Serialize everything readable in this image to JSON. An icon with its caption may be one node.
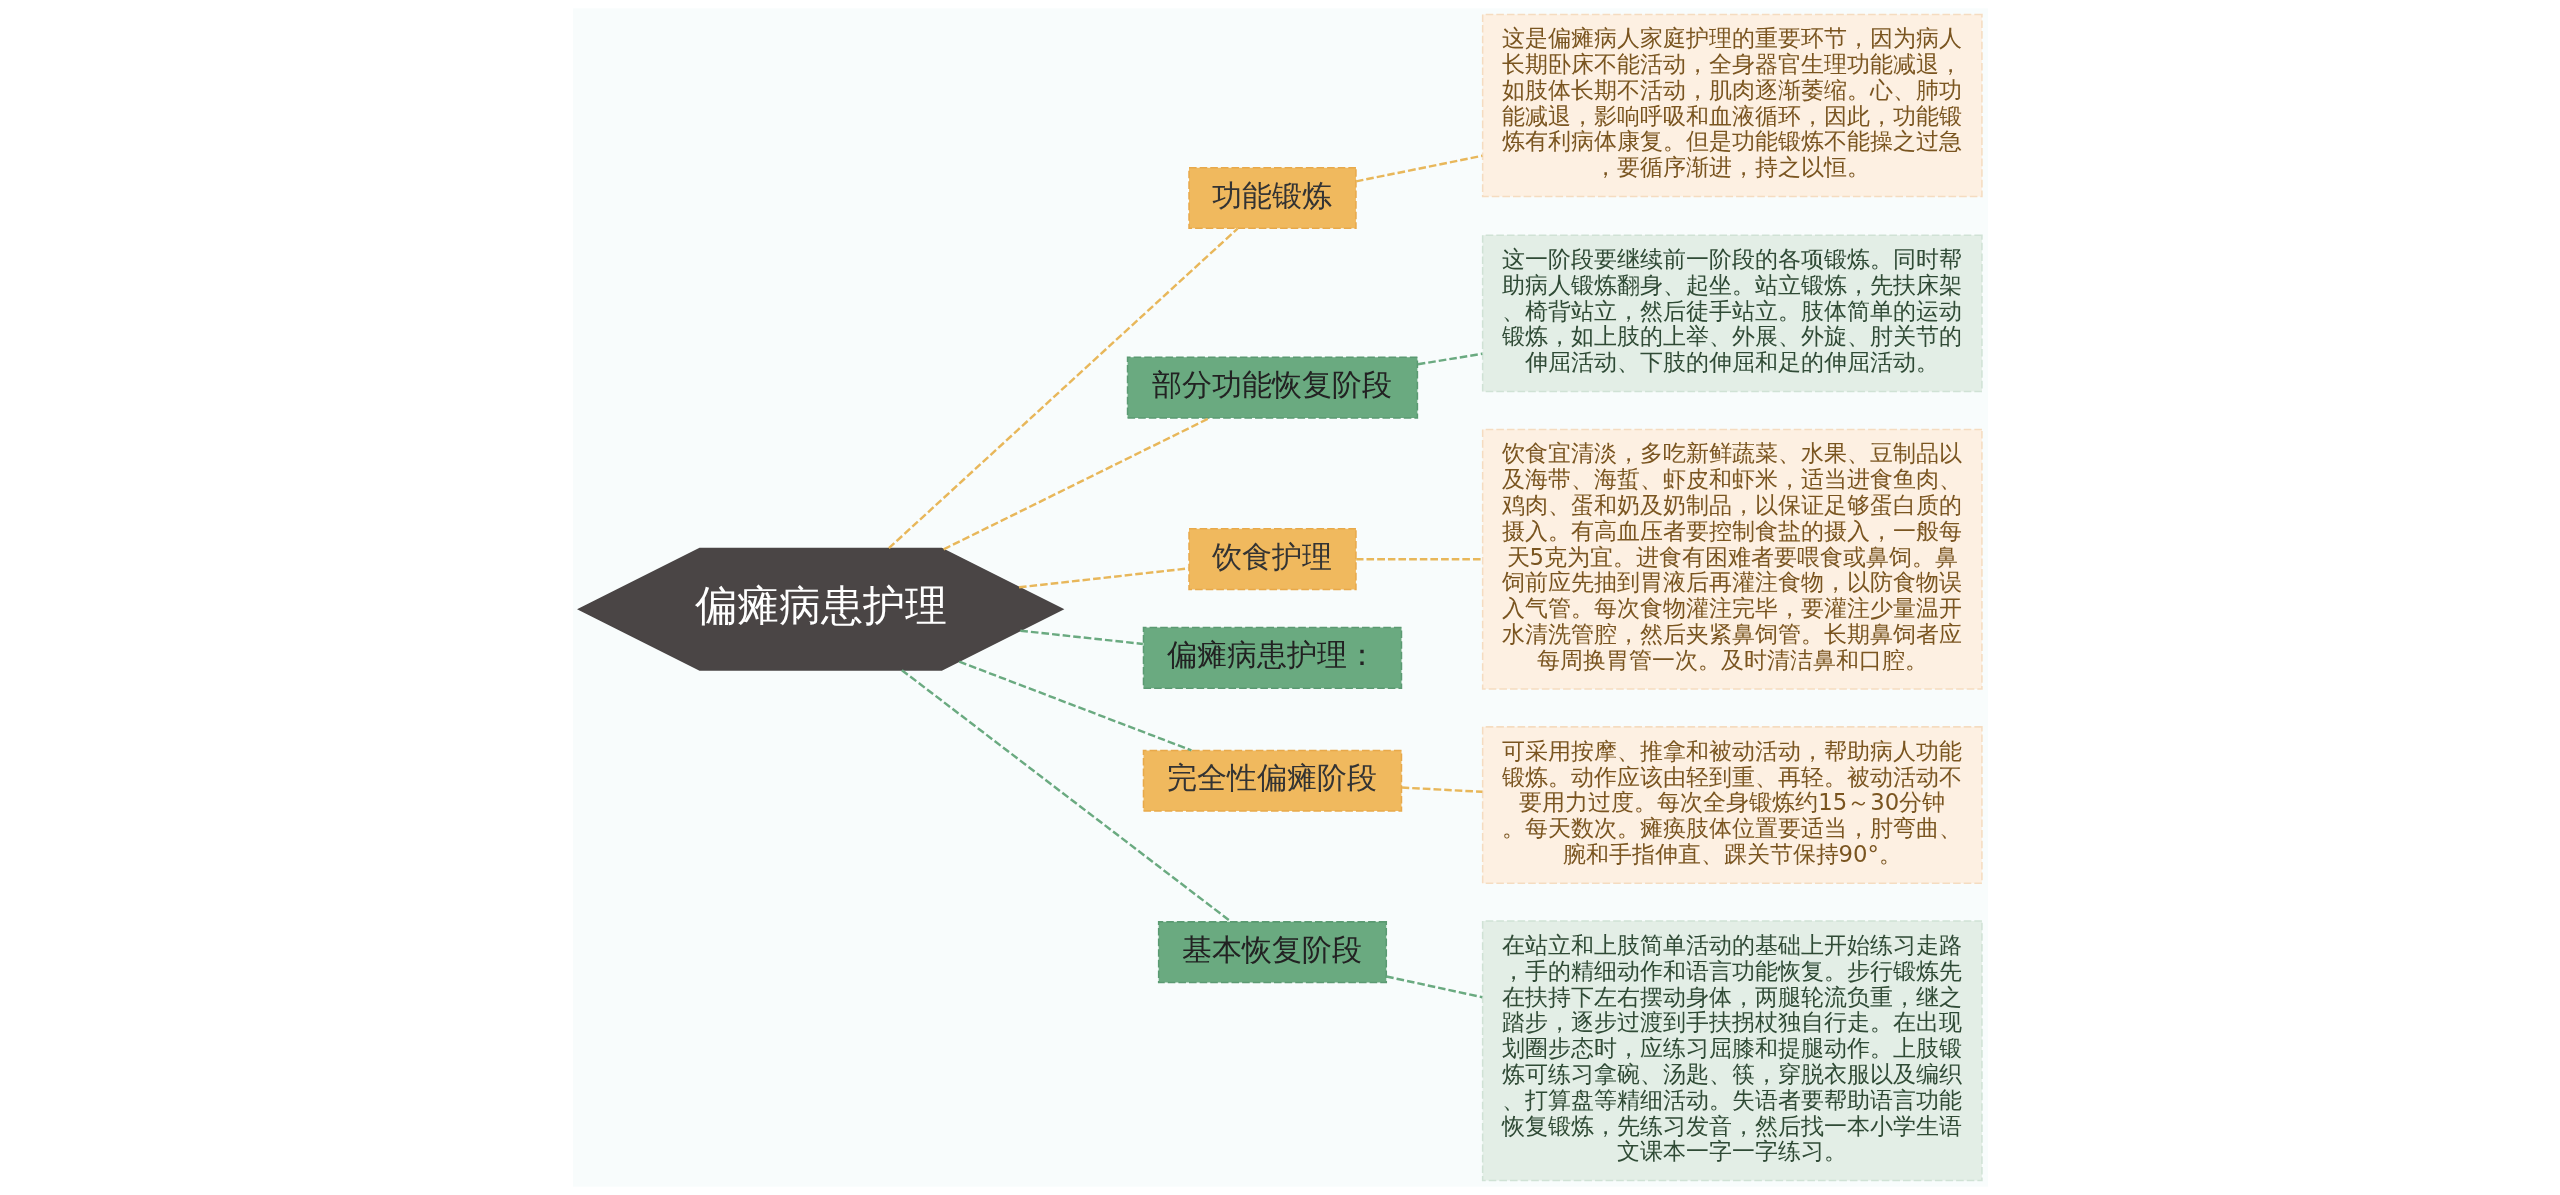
{
  "diagram": {
    "nodes": [
      {
        "text": [
          "这是偏瘫病人家庭护理的重要环节，因为病人长期卧床不能活动，全身器官生理功能减退，如肢体长期不活动，肌肉逐渐萎缩。心、肺功能减退，影响呼吸和血液循环，因此，功能锻炼有利病体康复。但是功能锻炼不能操之过急，要循序渐进，持之以恒。"
        ]
      },
      {
        "text": [
          "功能锻炼"
        ]
      },
      {
        "text": [
          "这一阶段要继续前一阶段的各项锻炼。同时帮助病人锻炼翻身、起坐。站立锻炼，先扶床架、椅背站立，然后徒手站立。肢体简单的运动锻炼，如上肢的上举、外展、外旋、肘关节的伸屈活动、下肢的伸屈和足的伸屈活动。"
        ]
      },
      {
        "text": [
          "部分功能恢复阶段"
        ]
      },
      {
        "text": [
          "饮食宜清淡，多吃新鲜蔬菜、水果、豆制品以及海带、海蜇、虾皮和虾米，适当进食鱼肉、鸡肉、蛋和奶及奶制品，以保证足够蛋白质的摄入。有高血压者要控制食盐的摄入，一般每天5克为宜。进食有困难者要喂食或鼻饲。鼻饲前应先抽到胃液后再灌注食物，以防食物误入气管。每次食物灌注完毕，要灌注少量温开水清洗管腔，然后夹紧鼻饲管。长期鼻饲者应每周换胃管一次。及时清洁鼻和口腔。"
        ]
      },
      {
        "text": [
          "饮食护理"
        ]
      },
      {
        "text": [
          "偏瘫病患护理"
        ]
      },
      {
        "text": [
          "偏瘫病患护理："
        ]
      },
      {
        "text": [
          "完全性偏瘫阶段"
        ]
      },
      {
        "text": [
          "可采用按摩、推拿和被动活动，帮助病人功能锻炼。动作应该由轻到重、再轻。被动活动不要用力过度。每次全身锻炼约15～30分钟。每天数次。瘫痪肢体位置要适当，肘弯曲、腕和手指伸直、踝关节保持90°。"
        ]
      },
      {
        "text": [
          "基本恢复阶段"
        ]
      },
      {
        "text": [
          "在站立和上肢简单活动的基础上开始练习走路，手的精细动作和语言功能恢复。步行锻炼先在扶持下左右摆动身体，两腿轮流负重，继之踏步，逐步过渡到手扶拐杖独自行走。在出现划圈步态时，应练习屈膝和提腿动作。上肢锻炼可练习拿碗、汤匙、筷，穿脱衣服以及编织、打算盘等精细活动。失语者要帮助语言功能恢复锻炼，先练习发音，然后找一本小学生语文课本一字一字练习。"
        ]
      }
    ],
    "edges": [
      {
        "from": 6,
        "to": 1,
        "arrow": "none",
        "style": "dashed",
        "color": "#e8b75a"
      },
      {
        "from": 6,
        "to": 3,
        "arrow": "none",
        "style": "dashed",
        "color": "#e8b75a"
      },
      {
        "from": 6,
        "to": 5,
        "arrow": "none",
        "style": "dashed",
        "color": "#e8b75a"
      },
      {
        "from": 6,
        "to": 7,
        "arrow": "none",
        "style": "dashed",
        "color": "#6aaa80"
      },
      {
        "from": 6,
        "to": 8,
        "arrow": "none",
        "style": "dashed",
        "color": "#6aaa80"
      },
      {
        "from": 6,
        "to": 10,
        "arrow": "none",
        "style": "dashed",
        "color": "#6aaa80"
      },
      {
        "from": 1,
        "to": 0,
        "arrow": "none",
        "style": "dashed",
        "color": "#e8b75a"
      },
      {
        "from": 3,
        "to": 2,
        "arrow": "none",
        "style": "dashed",
        "color": "#6aaa80"
      },
      {
        "from": 5,
        "to": 4,
        "arrow": "none",
        "style": "dashed",
        "color": "#e8b75a"
      },
      {
        "from": 8,
        "to": 9,
        "arrow": "none",
        "style": "dashed",
        "color": "#e8b75a"
      },
      {
        "from": 10,
        "to": 11,
        "arrow": "none",
        "style": "dashed",
        "color": "#6aaa80"
      }
    ]
  }
}
